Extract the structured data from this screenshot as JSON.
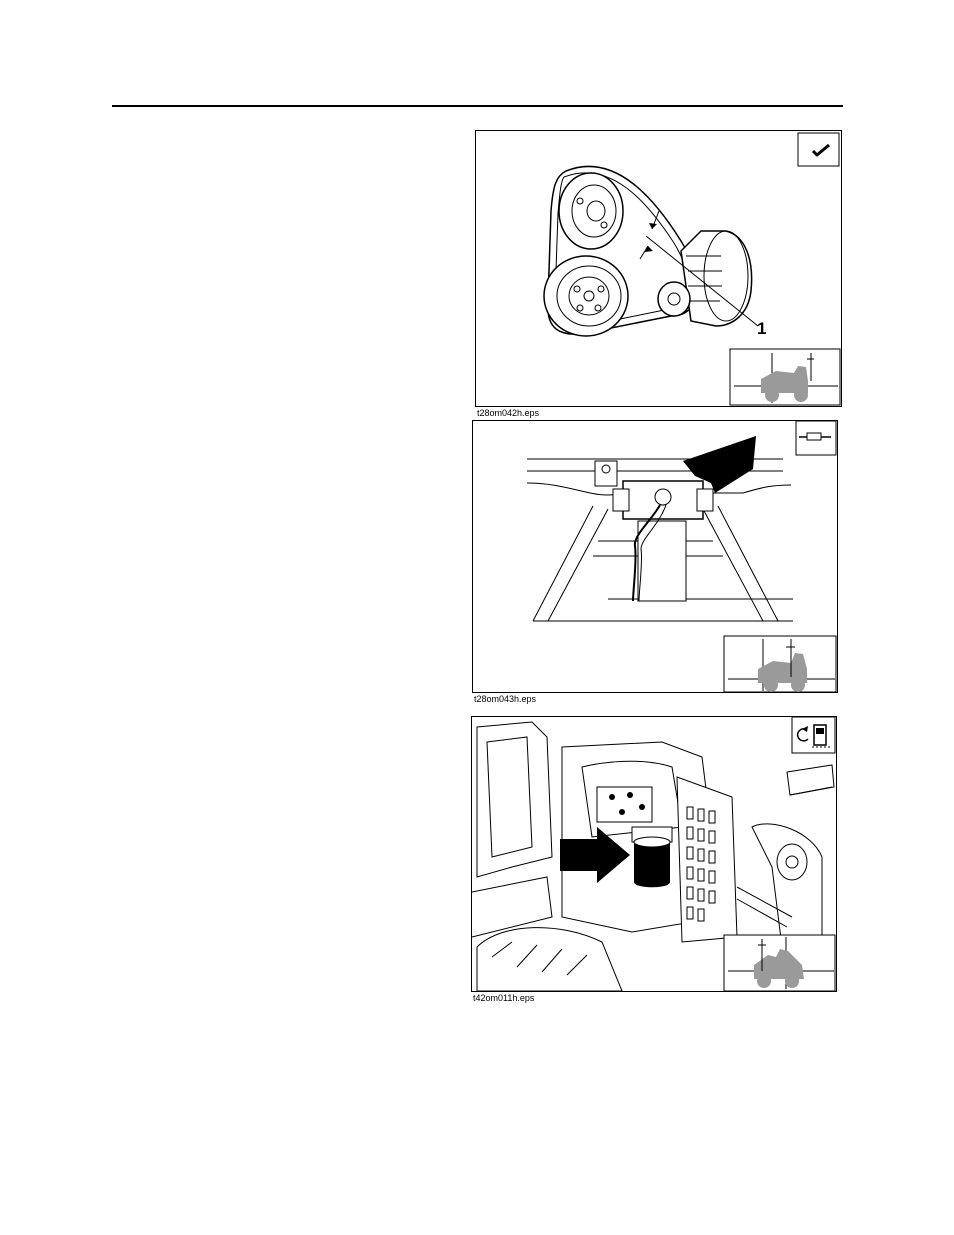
{
  "figures": [
    {
      "caption": "t28om042h.eps",
      "callout": "1",
      "symbol": "checkmark-icon"
    },
    {
      "caption": "t28om043h.eps",
      "symbol": "grease-gun-icon"
    },
    {
      "caption": "t42om011h.eps",
      "symbol": "replace-fuel-filter-icon"
    }
  ],
  "colors": {
    "ink": "#000000",
    "machine_gray": "#9a9a9a"
  }
}
